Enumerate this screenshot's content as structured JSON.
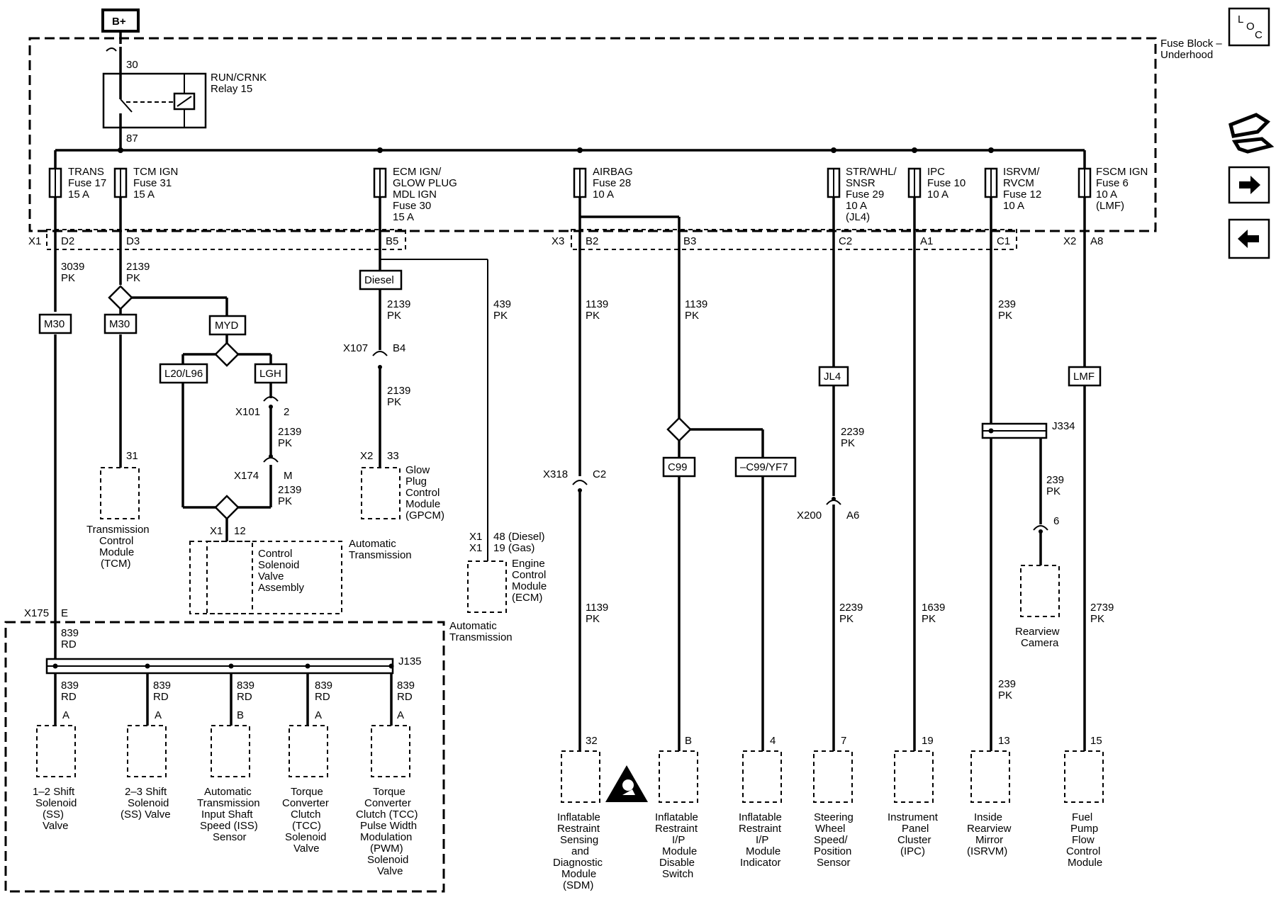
{
  "bplus": "B+",
  "fuse_block": [
    "Fuse Block –",
    "Underhood"
  ],
  "relay": {
    "name": [
      "RUN/CRNK",
      "Relay 15"
    ],
    "pin_in": "30",
    "pin_out": "87"
  },
  "fuses": {
    "trans": [
      "TRANS",
      "Fuse 17",
      "15 A"
    ],
    "tcm": [
      "TCM IGN",
      "Fuse 31",
      "15 A"
    ],
    "ecm": [
      "ECM IGN/",
      "GLOW PLUG",
      "MDL IGN",
      "Fuse 30",
      "15 A"
    ],
    "airbag": [
      "AIRBAG",
      "Fuse 28",
      "10 A"
    ],
    "str": [
      "STR/WHL/",
      "SNSR",
      "Fuse 29",
      "10 A",
      "(JL4)"
    ],
    "ipc": [
      "IPC",
      "Fuse 10",
      "10 A"
    ],
    "isrvm": [
      "ISRVM/",
      "RVCM",
      "Fuse 12",
      "10 A"
    ],
    "fscm": [
      "FSCM IGN",
      "Fuse 6",
      "10 A",
      "(LMF)"
    ]
  },
  "connectors": {
    "x1": "X1",
    "x3": "X3",
    "x2": "X2",
    "d2": "D2",
    "d3": "D3",
    "b5": "B5",
    "b2": "B2",
    "b3": "B3",
    "c2": "C2",
    "a1": "A1",
    "c1": "C1",
    "a8": "A8",
    "x107": "X107",
    "b4": "B4",
    "x101": "X101",
    "p2": "2",
    "x174": "X174",
    "m": "M",
    "x2_33": "X2",
    "p33": "33",
    "x1_12": "X1",
    "p12": "12",
    "x1_48": "X1",
    "p48": "48 (Diesel)",
    "x1_19": "X1",
    "p19": "19 (Gas)",
    "x318": "X318",
    "c2b": "C2",
    "x200": "X200",
    "a6": "A6",
    "j334": "J334",
    "p6": "6",
    "x175": "X175",
    "e": "E",
    "j135": "J135",
    "p31": "31"
  },
  "wires": {
    "w3039": [
      "3039",
      "PK"
    ],
    "w2139a": [
      "2139",
      "PK"
    ],
    "w2139b": [
      "2139",
      "PK"
    ],
    "w2139c": [
      "2139",
      "PK"
    ],
    "w2139d": [
      "2139",
      "PK"
    ],
    "w2139e": [
      "2139",
      "PK"
    ],
    "w439": [
      "439",
      "PK"
    ],
    "w1139a": [
      "1139",
      "PK"
    ],
    "w1139b": [
      "1139",
      "PK"
    ],
    "w1139c": [
      "1139",
      "PK"
    ],
    "w2239a": [
      "2239",
      "PK"
    ],
    "w2239b": [
      "2239",
      "PK"
    ],
    "w1639": [
      "1639",
      "PK"
    ],
    "w239a": [
      "239",
      "PK"
    ],
    "w239b": [
      "239",
      "PK"
    ],
    "w239c": [
      "239",
      "PK"
    ],
    "w2739": [
      "2739",
      "PK"
    ],
    "w839": [
      "839",
      "RD"
    ],
    "w839a": [
      "839",
      "RD"
    ],
    "w839b": [
      "839",
      "RD"
    ],
    "w839c": [
      "839",
      "RD"
    ],
    "w839d": [
      "839",
      "RD"
    ],
    "w839e": [
      "839",
      "RD"
    ]
  },
  "options": {
    "m30a": "M30",
    "m30b": "M30",
    "myd": "MYD",
    "l20": "L20/L96",
    "lgh": "LGH",
    "diesel": "Diesel",
    "c99": "C99",
    "nc99": "–C99/YF7",
    "jl4": "JL4",
    "lmf": "LMF"
  },
  "modules": {
    "tcm": [
      "Transmission",
      "Control",
      "Module",
      "(TCM)"
    ],
    "gpcm": [
      "Glow",
      "Plug",
      "Control",
      "Module",
      "(GPCM)"
    ],
    "csva": [
      "Control",
      "Solenoid",
      "Valve",
      "Assembly"
    ],
    "auto_trans_a": [
      "Automatic",
      "Transmission"
    ],
    "ecm": [
      "Engine",
      "Control",
      "Module",
      "(ECM)"
    ],
    "auto_trans_b": [
      "Automatic",
      "Transmission"
    ],
    "camera": [
      "Rearview",
      "Camera"
    ],
    "s12": [
      "1–2 Shift",
      "Solenoid",
      "(SS)",
      "Valve"
    ],
    "s23": [
      "2–3 Shift",
      "Solenoid",
      "(SS) Valve"
    ],
    "iss": [
      "Automatic",
      "Transmission",
      "Input Shaft",
      "Speed (ISS)",
      "Sensor"
    ],
    "tcc": [
      "Torque",
      "Converter",
      "Clutch",
      "(TCC)",
      "Solenoid",
      "Valve"
    ],
    "pwm": [
      "Torque",
      "Converter",
      "Clutch (TCC)",
      "Pulse Width",
      "Modulation",
      "(PWM)",
      "Solenoid",
      "Valve"
    ],
    "sdm": [
      "Inflatable",
      "Restraint",
      "Sensing",
      "and",
      "Diagnostic",
      "Module",
      "(SDM)"
    ],
    "disable": [
      "Inflatable",
      "Restraint",
      "I/P",
      "Module",
      "Disable",
      "Switch"
    ],
    "indicator": [
      "Inflatable",
      "Restraint",
      "I/P",
      "Module",
      "Indicator"
    ],
    "steer": [
      "Steering",
      "Wheel",
      "Speed/",
      "Position",
      "Sensor"
    ],
    "ipc": [
      "Instrument",
      "Panel",
      "Cluster",
      "(IPC)"
    ],
    "mirror": [
      "Inside",
      "Rearview",
      "Mirror",
      "(ISRVM)"
    ],
    "fuel": [
      "Fuel",
      "Pump",
      "Flow",
      "Control",
      "Module"
    ]
  },
  "pins": {
    "s12": "A",
    "s23": "A",
    "iss": "B",
    "tcc": "A",
    "pwm": "A",
    "sdm": "32",
    "disable": "B",
    "indicator": "4",
    "steer": "7",
    "ipc": "19",
    "mirror": "13",
    "fuel": "15"
  },
  "loc": [
    "L",
    "O",
    "C"
  ],
  "icons": {
    "nav_icon": "component-locator-icon",
    "next": "arrow-right-icon",
    "prev": "arrow-left-icon",
    "warning": "airbag-warning-icon"
  }
}
